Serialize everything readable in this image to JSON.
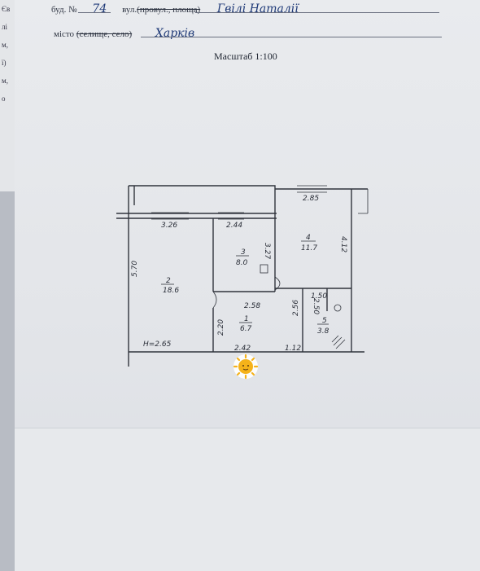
{
  "left_fragments": [
    "Єв",
    "лі",
    "м,",
    "ї)",
    "м,",
    "о"
  ],
  "header": {
    "building_prefix": "буд. №",
    "building_number": "74",
    "street_label": "вул.",
    "street_struck": "(провул., площа)",
    "street_value": "Гвілі Наталії",
    "city_label": "місто",
    "city_struck": "(селище, село)",
    "city_value": "Харків"
  },
  "scale": "Масштаб 1:100",
  "plan": {
    "dims": {
      "d_326": "3.26",
      "d_244": "2.44",
      "d_285": "2.85",
      "d_327": "3.27",
      "d_412": "4.12",
      "d_570": "5.70",
      "d_258": "2.58",
      "d_220": "2.20",
      "d_242": "2.42",
      "d_112": "1.12",
      "d_150": "1.50",
      "d_256": "2.56",
      "d_250": "2.50",
      "ceiling": "H=2.65"
    },
    "rooms": [
      {
        "num": "1",
        "area": "6.7"
      },
      {
        "num": "2",
        "area": "18.6"
      },
      {
        "num": "3",
        "area": "8.0"
      },
      {
        "num": "4",
        "area": "11.7"
      },
      {
        "num": "5",
        "area": "3.8"
      }
    ]
  },
  "sticker": "sun-emoji-sticker"
}
